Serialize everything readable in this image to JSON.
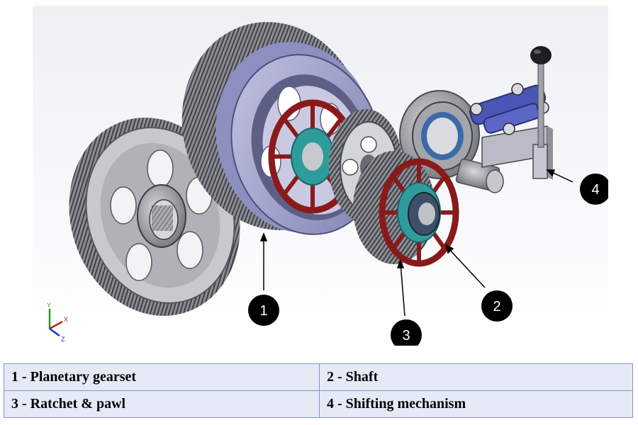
{
  "callouts": [
    {
      "number": "1"
    },
    {
      "number": "2"
    },
    {
      "number": "3"
    },
    {
      "number": "4"
    }
  ],
  "axis_triad": {
    "x": "X",
    "y": "Y",
    "z": "Z"
  },
  "legend": {
    "rows": [
      [
        "1 - Planetary gearset",
        "2 - Shaft"
      ],
      [
        "3 - Ratchet & pawl",
        "4 - Shifting mechanism"
      ]
    ]
  },
  "colors": {
    "gear_gray": "#8a8d94",
    "housing_lavender": "#9c9ec8",
    "carrier_red": "#8a1a1a",
    "pawl_teal": "#2f9c9c",
    "shifter_blue": "#4a55b5",
    "callout_black": "#000000",
    "legend_bg": "#e6eaf7",
    "legend_border": "#8094c8"
  }
}
